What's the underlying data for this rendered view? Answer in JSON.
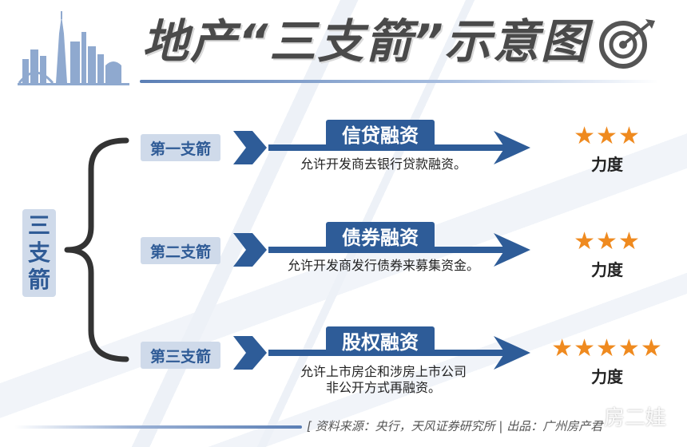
{
  "title": "地产“三支箭”示意图",
  "main_label": [
    "三",
    "支",
    "箭"
  ],
  "rows": [
    {
      "label": "第一支箭",
      "tag": "信贷融资",
      "desc": [
        "允许开发商去银行贷款融资。"
      ],
      "stars": "★★★",
      "rating": 3,
      "strength_label": "力度"
    },
    {
      "label": "第二支箭",
      "tag": "债券融资",
      "desc": [
        "允许开发商发行债券来募集资金。"
      ],
      "stars": "★★★",
      "rating": 3,
      "strength_label": "力度"
    },
    {
      "label": "第三支箭",
      "tag": "股权融资",
      "desc": [
        "允许上市房企和涉房上市公司",
        "非公开方式再融资。"
      ],
      "stars": "★★★★★",
      "rating": 5,
      "strength_label": "力度"
    }
  ],
  "footer": {
    "source": "[ 资料来源：央行，天风证券研究所 | 出品：广州房产君"
  },
  "watermark": "房二娃",
  "colors": {
    "accent_dark": "#2e5c98",
    "accent_light": "#cfdaea",
    "star": "#ef8a1f",
    "title": "#4a4a4a"
  },
  "icons": {
    "header_left": "city-skyline-icon",
    "header_right": "target-arrow-icon"
  }
}
